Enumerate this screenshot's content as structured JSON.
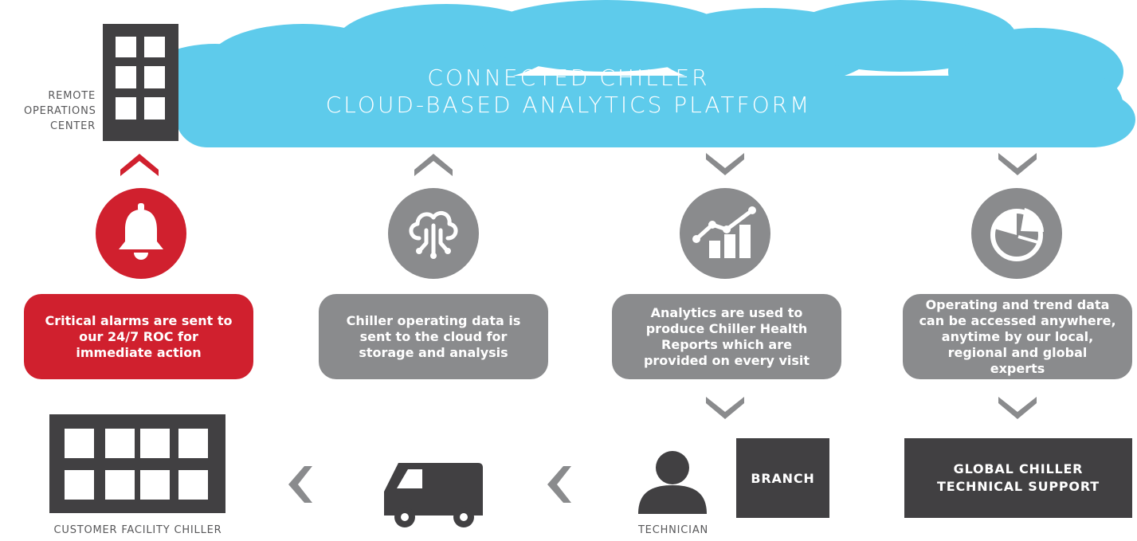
{
  "cloud": {
    "title_line1": "CONNECTED CHILLER",
    "title_line2": "CLOUD-BASED ANALYTICS PLATFORM",
    "color": "#5ecbeb"
  },
  "roc": {
    "label_line1": "REMOTE",
    "label_line2": "OPERATIONS",
    "label_line3": "CENTER"
  },
  "steps": [
    {
      "icon": "bell-icon",
      "arrow": "up",
      "color": "#d0202e",
      "text": "Critical alarms are sent to our 24/7 ROC for immediate action"
    },
    {
      "icon": "cloud-circuit-icon",
      "arrow": "up",
      "color": "#8a8b8d",
      "text": "Chiller operating data is sent to the cloud for storage and analysis"
    },
    {
      "icon": "trend-chart-icon",
      "arrow": "down",
      "color": "#8a8b8d",
      "text": "Analytics are used to produce Chiller Health Reports which are provided on every visit"
    },
    {
      "icon": "pie-chart-icon",
      "arrow": "down",
      "color": "#8a8b8d",
      "text": "Operating and trend data can be accessed anywhere, anytime by our local, regional and global experts"
    }
  ],
  "bottom": {
    "customer_label": "CUSTOMER FACILITY CHILLER",
    "technician_label": "TECHNICIAN",
    "branch_label": "BRANCH",
    "support_line1": "GLOBAL CHILLER",
    "support_line2": "TECHNICAL SUPPORT"
  },
  "colors": {
    "red": "#d0202e",
    "gray": "#8a8b8d",
    "dark": "#414042",
    "cloud": "#5ecbeb"
  }
}
